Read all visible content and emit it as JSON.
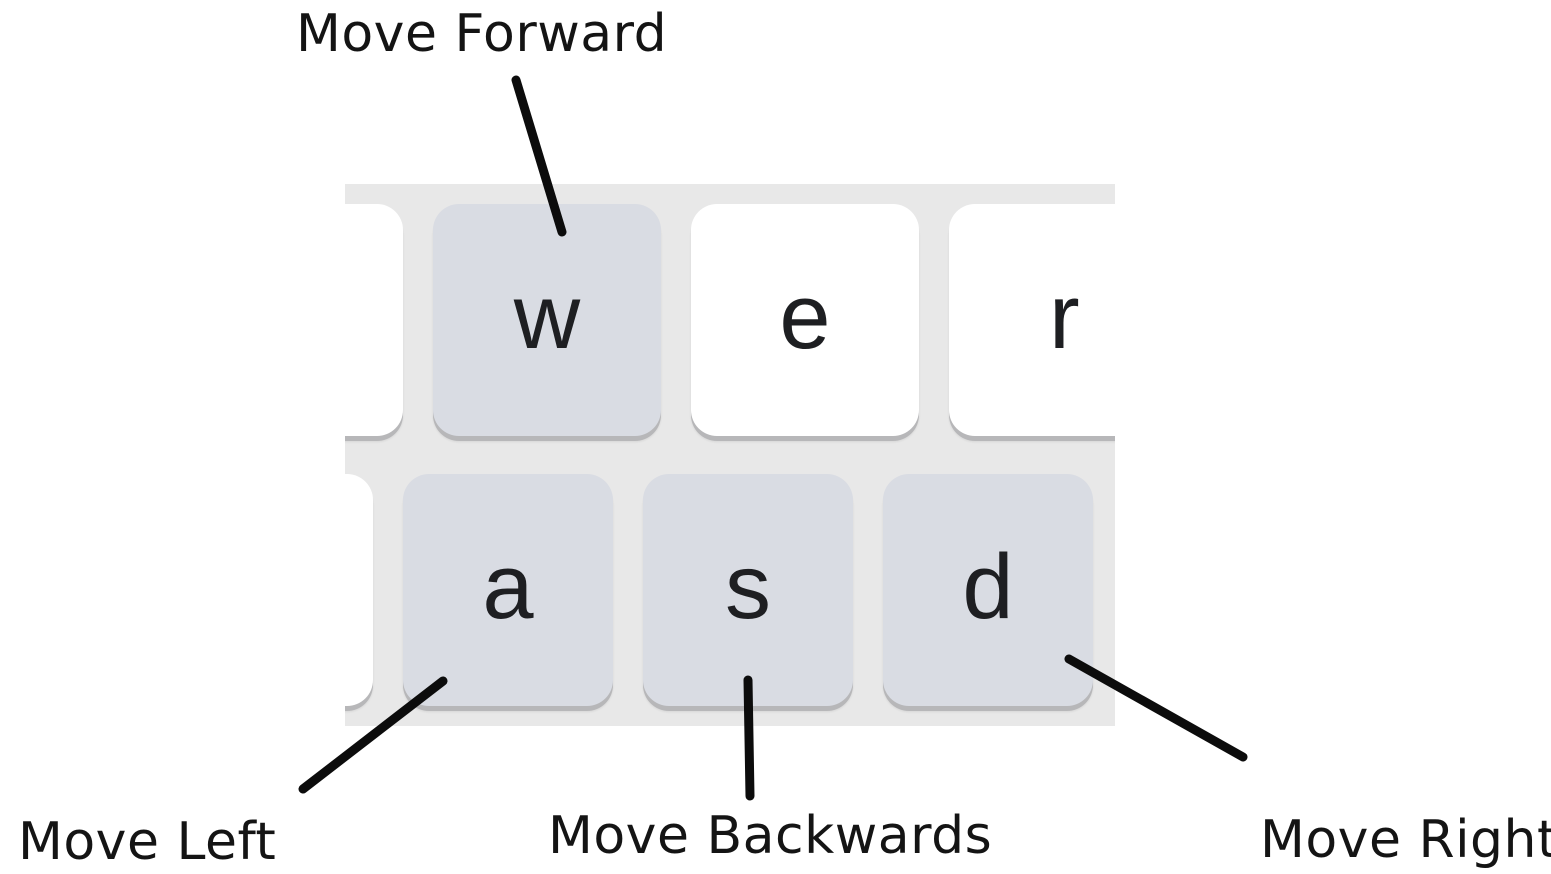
{
  "keys": {
    "top_row": [
      {
        "id": "left-partial",
        "letter": ""
      },
      {
        "id": "w",
        "letter": "w"
      },
      {
        "id": "e",
        "letter": "e"
      },
      {
        "id": "r",
        "letter": "r"
      }
    ],
    "home_row": [
      {
        "id": "left-partial",
        "letter": ""
      },
      {
        "id": "a",
        "letter": "a"
      },
      {
        "id": "s",
        "letter": "s"
      },
      {
        "id": "d",
        "letter": "d"
      }
    ]
  },
  "labels": {
    "forward": "Move Forward",
    "left": "Move Left",
    "backwards": "Move Backwards",
    "right": "Move Right"
  },
  "colors": {
    "highlighted_key": "#d9dce3",
    "plain_key": "#ffffff",
    "keyboard_bg": "#e8e8e8",
    "key_shadow": "#b7b7b9",
    "leader_line": "#0c0c0c"
  }
}
